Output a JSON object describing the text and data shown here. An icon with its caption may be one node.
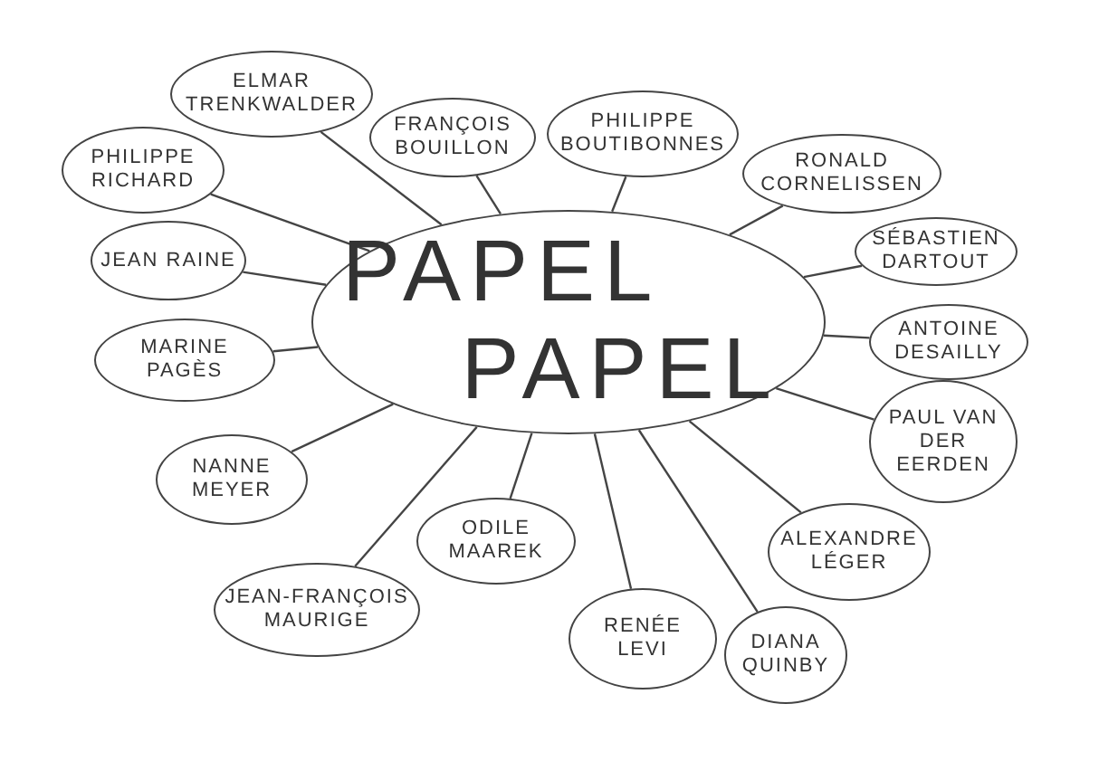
{
  "diagram": {
    "nodes": [
      {
        "text": [
          "PAPEL",
          "PAPEL"
        ]
      },
      {
        "text": [
          "ELMAR TRENKWALDER"
        ]
      },
      {
        "text": [
          "FRANÇOIS BOUILLON"
        ]
      },
      {
        "text": [
          "PHILIPPE BOUTIBONNES"
        ]
      },
      {
        "text": [
          "PHILIPPE RICHARD"
        ]
      },
      {
        "text": [
          "RONALD CORNELISSEN"
        ]
      },
      {
        "text": [
          "JEAN RAINE"
        ]
      },
      {
        "text": [
          "SÉBASTIEN DARTOUT"
        ]
      },
      {
        "text": [
          "ANTOINE DESAILLY"
        ]
      },
      {
        "text": [
          "MARINE PAGÈS"
        ]
      },
      {
        "text": [
          "PAUL VAN DER EERDEN"
        ]
      },
      {
        "text": [
          "NANNE MEYER"
        ]
      },
      {
        "text": [
          "ODILE MAAREK"
        ]
      },
      {
        "text": [
          "ALEXANDRE LÉGER"
        ]
      },
      {
        "text": [
          "JEAN-FRANÇOIS MAURIGE"
        ]
      },
      {
        "text": [
          "RENÉE LEVI"
        ]
      },
      {
        "text": [
          "DIANA QUINBY"
        ]
      }
    ],
    "edges": [
      {
        "from": 0,
        "to": 1,
        "arrow": "none"
      },
      {
        "from": 0,
        "to": 2,
        "arrow": "none"
      },
      {
        "from": 0,
        "to": 3,
        "arrow": "none"
      },
      {
        "from": 0,
        "to": 4,
        "arrow": "none"
      },
      {
        "from": 0,
        "to": 5,
        "arrow": "none"
      },
      {
        "from": 0,
        "to": 6,
        "arrow": "none"
      },
      {
        "from": 0,
        "to": 7,
        "arrow": "none"
      },
      {
        "from": 0,
        "to": 8,
        "arrow": "none"
      },
      {
        "from": 0,
        "to": 9,
        "arrow": "none"
      },
      {
        "from": 0,
        "to": 10,
        "arrow": "none"
      },
      {
        "from": 0,
        "to": 11,
        "arrow": "none"
      },
      {
        "from": 0,
        "to": 12,
        "arrow": "none"
      },
      {
        "from": 0,
        "to": 13,
        "arrow": "none"
      },
      {
        "from": 0,
        "to": 14,
        "arrow": "none"
      },
      {
        "from": 0,
        "to": 15,
        "arrow": "none"
      },
      {
        "from": 0,
        "to": 16,
        "arrow": "none"
      }
    ]
  }
}
